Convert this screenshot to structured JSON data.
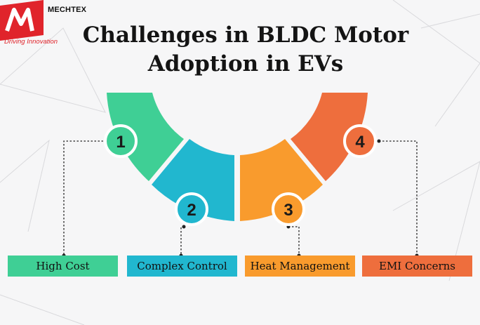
{
  "brand": {
    "name": "MECHTEX",
    "tagline": "Driving Innovation",
    "logo_mark_color": "#e0242b"
  },
  "title": {
    "line1": "Challenges in BLDC Motor",
    "line2": "Adoption in EVs"
  },
  "steps": [
    {
      "number": "1",
      "label": "High Cost",
      "color": "#3fcf95"
    },
    {
      "number": "2",
      "label": "Complex Control",
      "color": "#21b7cf"
    },
    {
      "number": "3",
      "label": "Heat Management",
      "color": "#f99b2d"
    },
    {
      "number": "4",
      "label": "EMI Concerns",
      "color": "#ee6e3d"
    }
  ],
  "colors": {
    "background": "#f6f6f7",
    "connector": "#222222",
    "badge_ring": "#ffffff"
  }
}
